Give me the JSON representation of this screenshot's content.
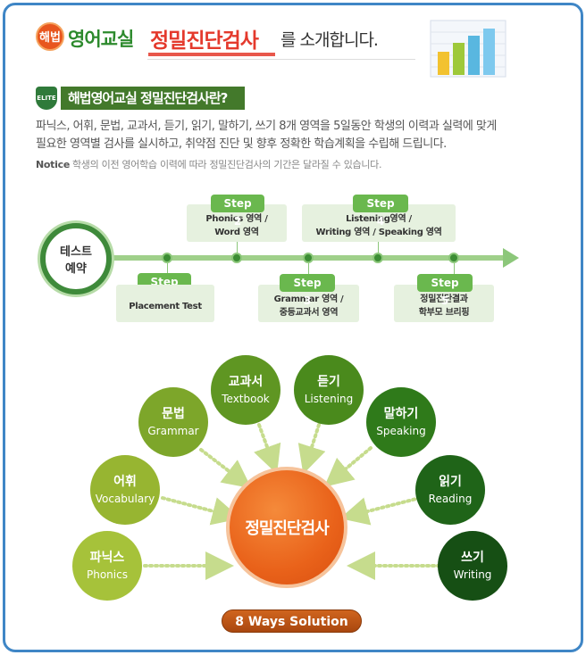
{
  "header": {
    "badge": "해법",
    "brand": "영어교실",
    "title": "정밀진단검사",
    "suffix": "를 소개합니다."
  },
  "intro": {
    "emblem": "ELITE",
    "heading": "해법영어교실 정밀진단검사란?",
    "line1": "파닉스, 어휘, 문법, 교과서, 듣기, 읽기, 말하기, 쓰기 8개 영역을 5일동안 학생의 이력과 실력에 맞게",
    "line2": "필요한 영역별 검사를 실시하고, 취약점 진단 및 향후 정확한 학습계획을 수립해 드립니다.",
    "notice_label": "Notice",
    "notice_text": "학생의 이전 영어학습 이력에 따라 정밀진단검사의 기간은 달라질 수 있습니다."
  },
  "timeline": {
    "start_line1": "테스트",
    "start_line2": "예약",
    "steps": [
      {
        "label": "Step 1",
        "line1": "Placement Test",
        "line2": ""
      },
      {
        "label": "Step 2",
        "line1": "Phonics 영역 /",
        "line2": "Word 영역"
      },
      {
        "label": "Step 3",
        "line1": "Grammar 영역 /",
        "line2": "중등교과서 영역"
      },
      {
        "label": "Step 4",
        "line1": "Listening영역 /",
        "line2": "Writing 영역 / Speaking 영역"
      },
      {
        "label": "Step 5",
        "line1": "정밀진단결과",
        "line2": "학부모 브리핑"
      }
    ]
  },
  "diagram": {
    "center": "정밀진단검사",
    "areas": [
      {
        "ko": "파닉스",
        "en": "Phonics",
        "color": "#a6c23a"
      },
      {
        "ko": "어휘",
        "en": "Vocabulary",
        "color": "#97b531"
      },
      {
        "ko": "문법",
        "en": "Grammar",
        "color": "#7da62a"
      },
      {
        "ko": "교과서",
        "en": "Textbook",
        "color": "#5f9622"
      },
      {
        "ko": "듣기",
        "en": "Listening",
        "color": "#4a8a1c"
      },
      {
        "ko": "말하기",
        "en": "Speaking",
        "color": "#2f7a1a"
      },
      {
        "ko": "읽기",
        "en": "Reading",
        "color": "#1f6418"
      },
      {
        "ko": "쓰기",
        "en": "Writing",
        "color": "#164f14"
      }
    ],
    "solution": "8 Ways Solution"
  }
}
